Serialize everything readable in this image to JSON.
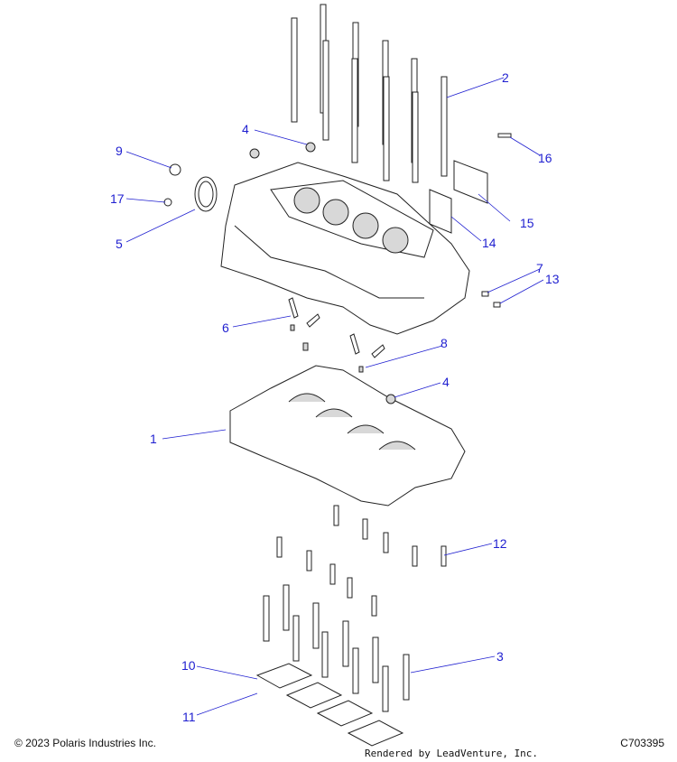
{
  "callouts": [
    {
      "id": "c1",
      "label": "1"
    },
    {
      "id": "c2",
      "label": "2"
    },
    {
      "id": "c3",
      "label": "3"
    },
    {
      "id": "c4a",
      "label": "4"
    },
    {
      "id": "c4b",
      "label": "4"
    },
    {
      "id": "c5",
      "label": "5"
    },
    {
      "id": "c6",
      "label": "6"
    },
    {
      "id": "c7",
      "label": "7"
    },
    {
      "id": "c8",
      "label": "8"
    },
    {
      "id": "c9",
      "label": "9"
    },
    {
      "id": "c10",
      "label": "10"
    },
    {
      "id": "c11",
      "label": "11"
    },
    {
      "id": "c12",
      "label": "12"
    },
    {
      "id": "c13",
      "label": "13"
    },
    {
      "id": "c14",
      "label": "14"
    },
    {
      "id": "c15",
      "label": "15"
    },
    {
      "id": "c16",
      "label": "16"
    },
    {
      "id": "c17",
      "label": "17"
    }
  ],
  "footer": {
    "copyright": "© 2023 Polaris Industries Inc.",
    "drawing_id": "C703395",
    "rendered_by": "Rendered by LeadVenture, Inc."
  },
  "colors": {
    "callout": "#1f1fd0",
    "line": "#222222"
  }
}
